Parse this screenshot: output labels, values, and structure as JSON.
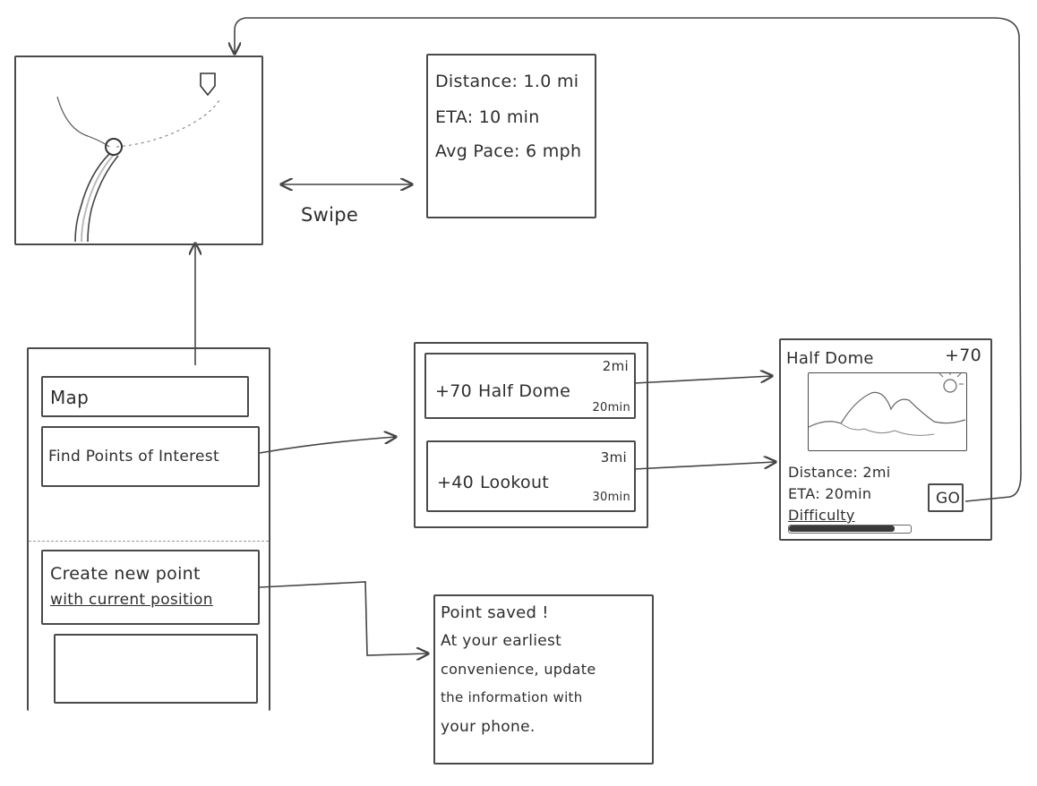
{
  "map_screen": {},
  "stats_screen": {
    "distance": "Distance: 1.0 mi",
    "eta": "ETA: 10 min",
    "avg_pace": "Avg Pace: 6 mph"
  },
  "swipe_label": "Swipe",
  "menu_screen": {
    "map_button": "Map",
    "find_poi_button": "Find Points of Interest",
    "create_point_line1": "Create new point",
    "create_point_line2": "with current position"
  },
  "poi_list": {
    "items": [
      {
        "points": "+70",
        "name": "Half Dome",
        "distance": "2mi",
        "time": "20min"
      },
      {
        "points": "+40",
        "name": "Lookout",
        "distance": "3mi",
        "time": "30min"
      }
    ]
  },
  "poi_detail": {
    "title": "Half Dome",
    "points": "+70",
    "distance": "Distance: 2mi",
    "eta": "ETA: 20min",
    "difficulty_label": "Difficulty",
    "go_button": "GO"
  },
  "saved_screen": {
    "lines": [
      "Point saved !",
      "At your earliest",
      "convenience, update",
      "the information with",
      "your phone."
    ]
  },
  "colors": {
    "ink": "#3a3a3a",
    "paper": "#ffffff"
  }
}
